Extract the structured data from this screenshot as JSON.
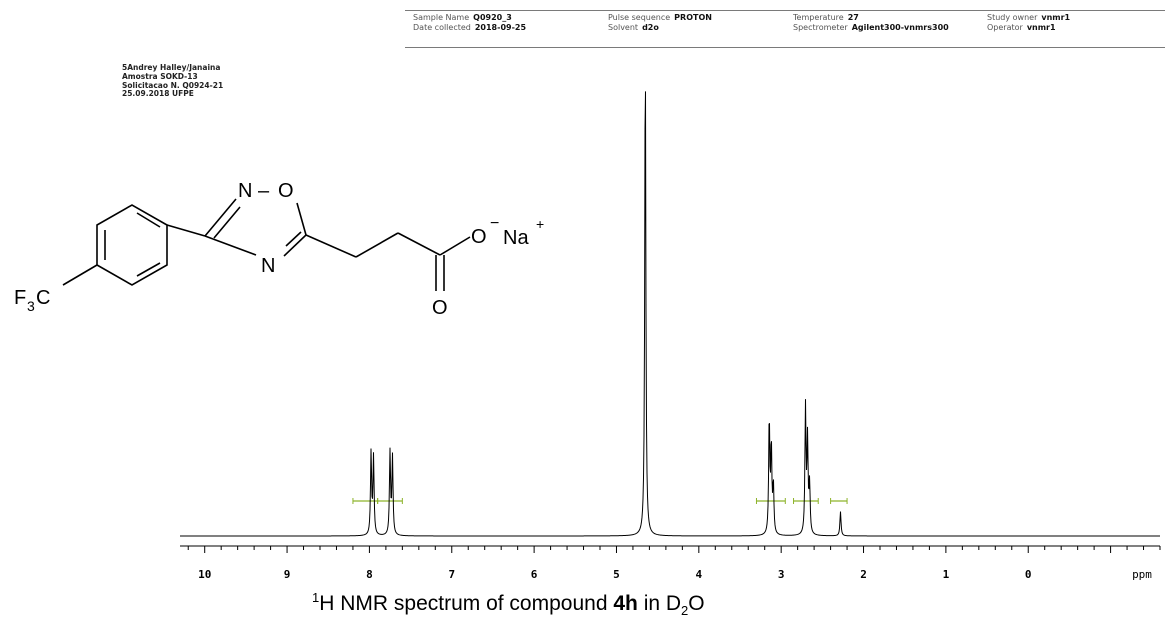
{
  "header": {
    "sample_name_label": "Sample Name",
    "sample_name": "Q0920_3",
    "date_collected_label": "Date collected",
    "date_collected": "2018-09-25",
    "pulse_sequence_label": "Pulse sequence",
    "pulse_sequence": "PROTON",
    "solvent_label": "Solvent",
    "solvent": "d2o",
    "temperature_label": "Temperature",
    "temperature": "27",
    "spectrometer_label": "Spectrometer",
    "spectrometer": "Agilent300-vnmrs300",
    "study_owner_label": "Study owner",
    "study_owner": "vnmr1",
    "operator_label": "Operator",
    "operator": "vnmr1"
  },
  "sample_notes": [
    "5Andrey Halley/Janaina",
    "Amostra SOKD-13",
    "Solicitacao N. Q0924-21",
    "25.09.2018  UFPE"
  ],
  "structure": {
    "atoms": {
      "n_ring_top": "N",
      "hyphen": "–",
      "o_ring": "O",
      "n_ring_bottom": "N",
      "cf3_f": "F",
      "cf3_sub": "3",
      "cf3_c": "C",
      "o_carbonyl": "O",
      "o_minus": "O",
      "minus": "−",
      "na": "Na",
      "plus": "+"
    }
  },
  "caption": {
    "sup": "1",
    "part1": "H NMR spectrum of compound ",
    "bold": "4h",
    "part2": " in D",
    "sub": "2",
    "part3": "O"
  },
  "chart_data": {
    "type": "line",
    "xlabel": "ppm",
    "xlim": [
      10.3,
      -1.6
    ],
    "x_reversed": true,
    "ticks": [
      10,
      9,
      8,
      7,
      6,
      5,
      4,
      3,
      2,
      1,
      0
    ],
    "tick_labels": [
      "10",
      "9",
      "8",
      "7",
      "6",
      "5",
      "4",
      "3",
      "2",
      "1",
      "0"
    ],
    "peaks": [
      {
        "ppm": 7.98,
        "height": 0.17
      },
      {
        "ppm": 7.95,
        "height": 0.16
      },
      {
        "ppm": 7.75,
        "height": 0.17
      },
      {
        "ppm": 7.72,
        "height": 0.16
      },
      {
        "ppm": 4.65,
        "height": 1.0
      },
      {
        "ppm": 3.145,
        "height": 0.24
      },
      {
        "ppm": 3.12,
        "height": 0.18
      },
      {
        "ppm": 3.095,
        "height": 0.1
      },
      {
        "ppm": 2.705,
        "height": 0.26
      },
      {
        "ppm": 2.68,
        "height": 0.19
      },
      {
        "ppm": 2.655,
        "height": 0.1
      },
      {
        "ppm": 2.28,
        "height": 0.05
      }
    ],
    "integrals": [
      {
        "from": 8.2,
        "to": 7.9
      },
      {
        "from": 7.9,
        "to": 7.6
      },
      {
        "from": 3.3,
        "to": 2.95
      },
      {
        "from": 2.85,
        "to": 2.55
      },
      {
        "from": 2.4,
        "to": 2.2
      }
    ],
    "integral_color": "#8db32a",
    "line_color": "#000000"
  }
}
